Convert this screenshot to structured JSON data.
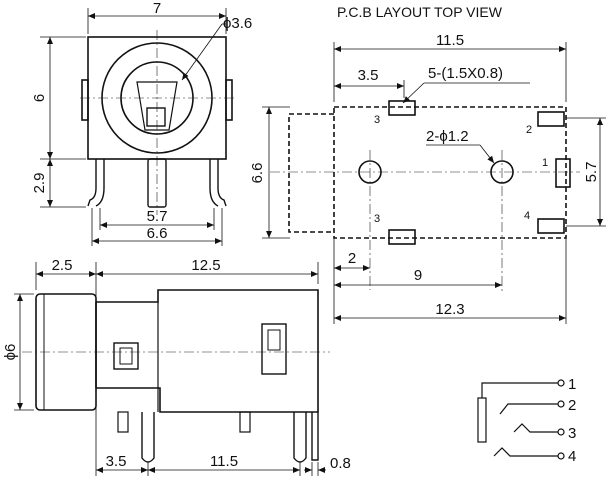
{
  "header": {
    "title": "P.C.B LAYOUT  TOP VIEW"
  },
  "front_view": {
    "width_top": "7",
    "hole_dia": "ϕ3.6",
    "height_body": "6",
    "height_legs": "2.9",
    "pin_span_inner": "5.7",
    "pin_span_outer": "6.6"
  },
  "pcb_layout": {
    "overall_width": "11.5",
    "offset_slot": "3.5",
    "slots_note": "5-(1.5X0.8)",
    "holes_note": "2-ϕ1.2",
    "height_left": "6.6",
    "height_right": "5.7",
    "offset_hole": "2",
    "hole_spacing": "9",
    "total_length": "12.3",
    "pad_numbers": [
      "3",
      "2",
      "1",
      "3",
      "4"
    ]
  },
  "side_view": {
    "front_len": "2.5",
    "body_len": "12.5",
    "diameter": "ϕ6",
    "pin_offset": "3.5",
    "pin_spacing": "11.5",
    "pin_thickness": "0.8"
  },
  "schematic": {
    "pins": [
      "1",
      "2",
      "3",
      "4"
    ]
  },
  "colors": {
    "line": "#111111",
    "centerline": "#222222",
    "background": "#ffffff"
  }
}
